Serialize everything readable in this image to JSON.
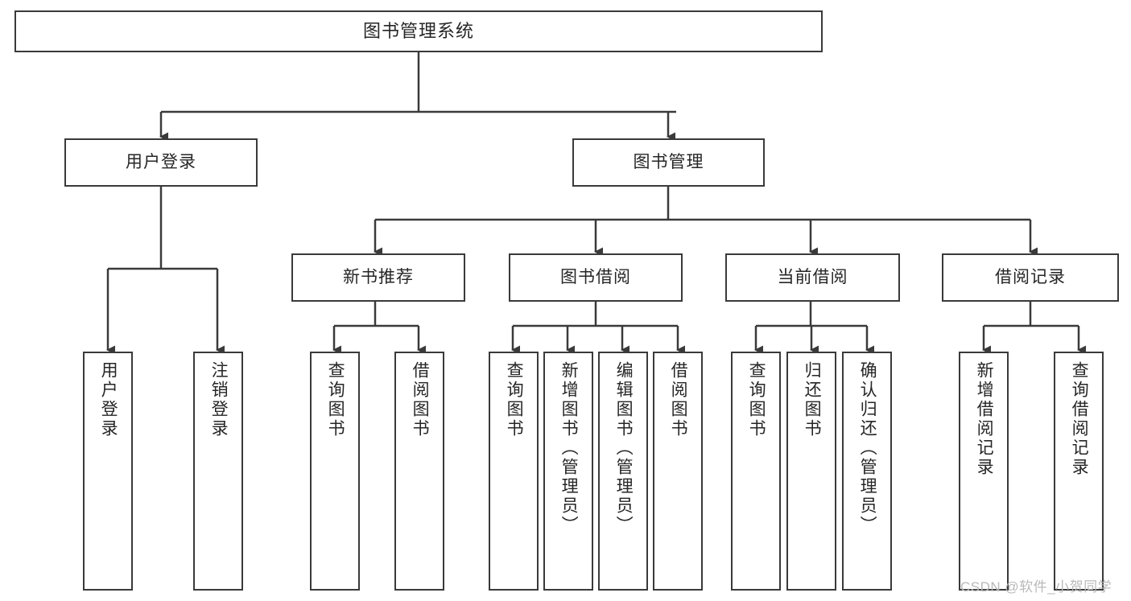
{
  "diagram": {
    "title": "图书管理系统",
    "type": "tree-hierarchy",
    "orientation": "top-down",
    "colors": {
      "box_border": "#3a3a3a",
      "box_fill": "#ffffff",
      "edge": "#3a3a3a",
      "text": "#262626",
      "watermark": "#b9b9b9",
      "background": "#ffffff"
    }
  },
  "nodes": {
    "root": {
      "label": "图书管理系统"
    },
    "level1": [
      {
        "label": "用户登录"
      },
      {
        "label": "图书管理"
      }
    ],
    "level2": [
      {
        "label": "新书推荐"
      },
      {
        "label": "图书借阅"
      },
      {
        "label": "当前借阅"
      },
      {
        "label": "借阅记录"
      }
    ],
    "leaves": {
      "user_login": [
        {
          "label": "用户登录"
        },
        {
          "label": "注销登录"
        }
      ],
      "new_book_recommend": [
        {
          "label": "查询图书"
        },
        {
          "label": "借阅图书"
        }
      ],
      "book_borrow": [
        {
          "label": "查询图书"
        },
        {
          "label": "新增图书（管理员）"
        },
        {
          "label": "编辑图书（管理员）"
        },
        {
          "label": "借阅图书"
        }
      ],
      "current_borrow": [
        {
          "label": "查询图书"
        },
        {
          "label": "归还图书"
        },
        {
          "label": "确认归还（管理员）"
        }
      ],
      "borrow_record": [
        {
          "label": "新增借阅记录"
        },
        {
          "label": "查询借阅记录"
        }
      ]
    }
  },
  "watermark": {
    "text": "CSDN @软件_小贺同学"
  }
}
